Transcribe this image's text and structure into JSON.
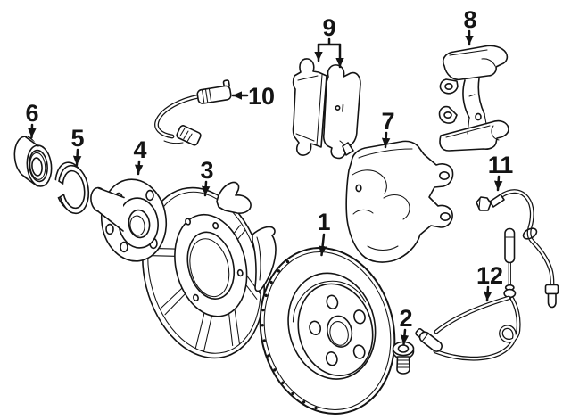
{
  "figure": {
    "background_color": "#ffffff",
    "line_color": "#141414",
    "callouts": [
      {
        "label": "1"
      },
      {
        "label": "2"
      },
      {
        "label": "3"
      },
      {
        "label": "4"
      },
      {
        "label": "5"
      },
      {
        "label": "6"
      },
      {
        "label": "7"
      },
      {
        "label": "8"
      },
      {
        "label": "9"
      },
      {
        "label": "10"
      },
      {
        "label": "11"
      },
      {
        "label": "12"
      }
    ]
  }
}
